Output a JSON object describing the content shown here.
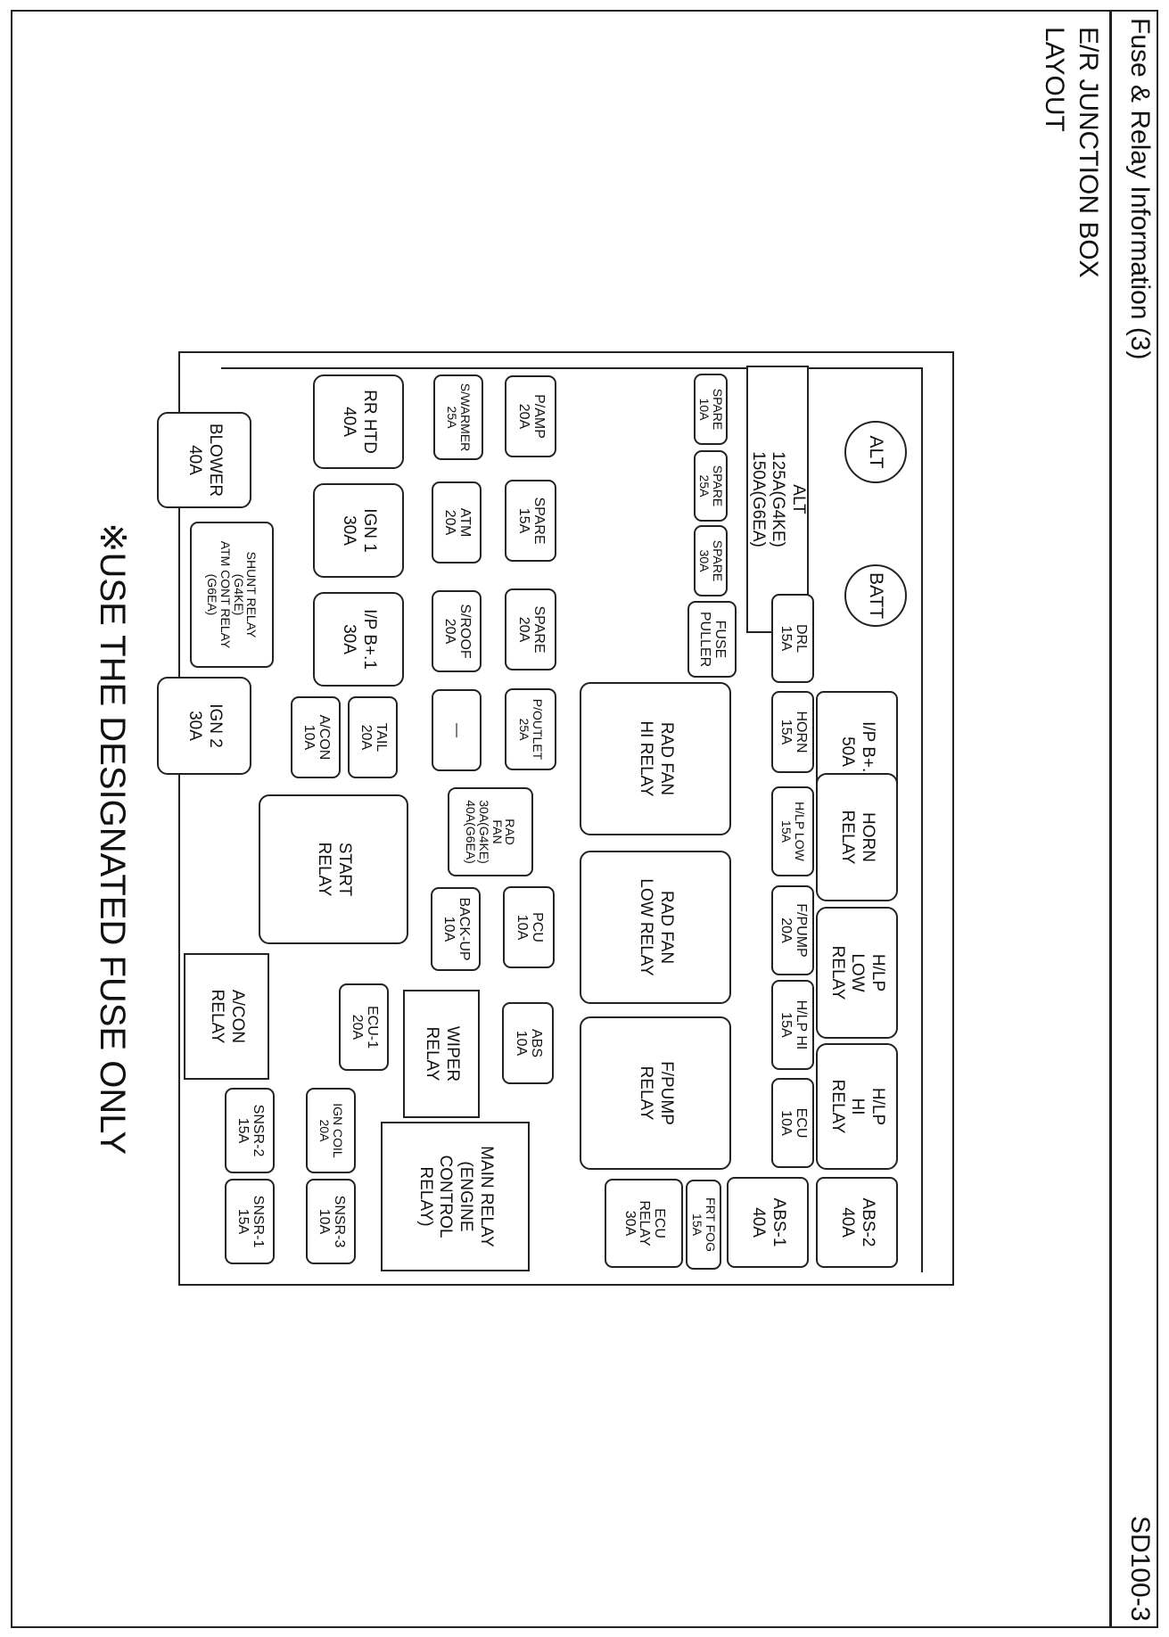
{
  "header": {
    "title": "Fuse & Relay Information (3)",
    "page_id": "SD100-3"
  },
  "subtitle": {
    "line1": "E/R JUNCTION BOX",
    "line2": "LAYOUT"
  },
  "terminals": {
    "alt": "ALT",
    "batt": "BATT"
  },
  "components": [
    {
      "id": "alt-main",
      "label": "ALT\n125A(G4KE)\n150A(G6EA)"
    },
    {
      "id": "spare-10a",
      "label": "SPARE\n10A"
    },
    {
      "id": "spare-25a",
      "label": "SPARE\n25A"
    },
    {
      "id": "spare-30a",
      "label": "SPARE\n30A"
    },
    {
      "id": "fuse-puller",
      "label": "FUSE\nPULLER"
    },
    {
      "id": "drl",
      "label": "DRL\n15A"
    },
    {
      "id": "ip-b2",
      "label": "I/P B+.2\n50A"
    },
    {
      "id": "horn-fuse",
      "label": "HORN\n15A"
    },
    {
      "id": "horn-relay",
      "label": "HORN\nRELAY"
    },
    {
      "id": "hlp-low-fuse",
      "label": "H/LP LOW\n15A"
    },
    {
      "id": "fpump-fuse",
      "label": "F/PUMP\n20A"
    },
    {
      "id": "hlp-low-relay",
      "label": "H/LP\nLOW\nRELAY"
    },
    {
      "id": "hlp-hi-fuse",
      "label": "H/LP HI\n15A"
    },
    {
      "id": "ecu-10a",
      "label": "ECU\n10A"
    },
    {
      "id": "hlp-hi-relay",
      "label": "H/LP\nHI\nRELAY"
    },
    {
      "id": "abs-2",
      "label": "ABS-2\n40A"
    },
    {
      "id": "abs-1",
      "label": "ABS-1\n40A"
    },
    {
      "id": "frt-fog",
      "label": "FRT FOG\n15A"
    },
    {
      "id": "ecu-relay",
      "label": "ECU\nRELAY\n30A"
    },
    {
      "id": "rad-fan-hi-relay",
      "label": "RAD FAN\nHI RELAY"
    },
    {
      "id": "rad-fan-low-relay",
      "label": "RAD FAN\nLOW RELAY"
    },
    {
      "id": "fpump-relay",
      "label": "F/PUMP\nRELAY"
    },
    {
      "id": "p-amp",
      "label": "P/AMP\n20A"
    },
    {
      "id": "spare-15a",
      "label": "SPARE\n15A"
    },
    {
      "id": "spare-20a",
      "label": "SPARE\n20A"
    },
    {
      "id": "p-outlet",
      "label": "P/OUTLET\n25A"
    },
    {
      "id": "rad-fan-fuse",
      "label": "RAD\nFAN\n30A(G4KE)\n40A(G6EA)"
    },
    {
      "id": "pcu",
      "label": "PCU\n10A"
    },
    {
      "id": "abs-10a",
      "label": "ABS\n10A"
    },
    {
      "id": "main-relay",
      "label": "MAIN RELAY\n(ENGINE\nCONTROL\nRELAY)"
    },
    {
      "id": "s-warmer",
      "label": "S/WARMER\n25A"
    },
    {
      "id": "atm",
      "label": "ATM\n20A"
    },
    {
      "id": "s-roof",
      "label": "S/ROOF\n20A"
    },
    {
      "id": "blank",
      "label": "—"
    },
    {
      "id": "back-up",
      "label": "BACK-UP\n10A"
    },
    {
      "id": "wiper-relay",
      "label": "WIPER\nRELAY"
    },
    {
      "id": "rr-htd",
      "label": "RR HTD\n40A"
    },
    {
      "id": "ign-1",
      "label": "IGN 1\n30A"
    },
    {
      "id": "ip-b1",
      "label": "I/P B+.1\n30A"
    },
    {
      "id": "tail",
      "label": "TAIL\n20A"
    },
    {
      "id": "a-con-fuse",
      "label": "A/CON\n10A"
    },
    {
      "id": "start-relay",
      "label": "START\nRELAY"
    },
    {
      "id": "ecu-1",
      "label": "ECU-1\n20A"
    },
    {
      "id": "ign-coil",
      "label": "IGN COIL\n20A"
    },
    {
      "id": "snsr-3",
      "label": "SNSR-3\n10A"
    },
    {
      "id": "blower",
      "label": "BLOWER\n40A"
    },
    {
      "id": "shunt-relay",
      "label": "SHUNT RELAY\n(G4KE)\nATM CONT RELAY\n(G6EA)"
    },
    {
      "id": "ign-2",
      "label": "IGN 2\n30A"
    },
    {
      "id": "a-con-relay",
      "label": "A/CON\nRELAY"
    },
    {
      "id": "snsr-2",
      "label": "SNSR-2\n15A"
    },
    {
      "id": "snsr-1",
      "label": "SNSR-1\n15A"
    }
  ],
  "note": "※USE THE DESIGNATED FUSE ONLY"
}
